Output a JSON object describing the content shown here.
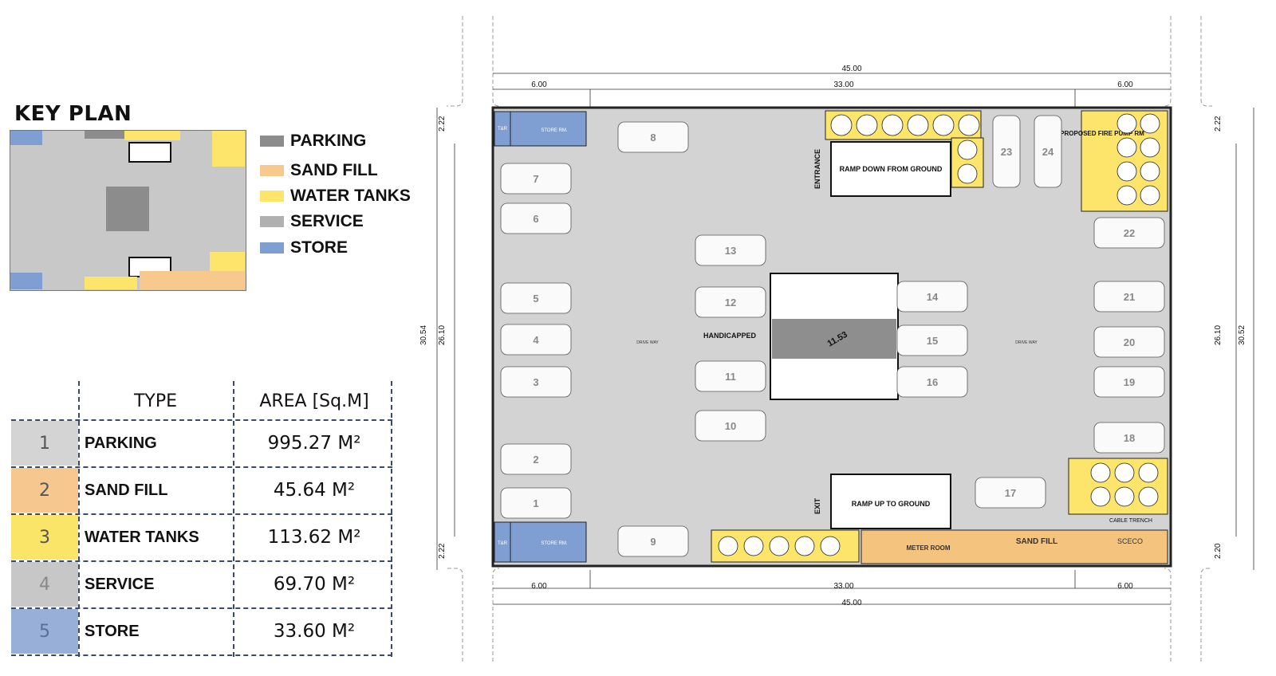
{
  "key_plan": {
    "title": "KEY PLAN",
    "legend": [
      {
        "label": "PARKING",
        "color": "#8c8c8c"
      },
      {
        "label": "SAND FILL",
        "color": "#f7c98c"
      },
      {
        "label": "WATER TANKS",
        "color": "#fde46a"
      },
      {
        "label": "SERVICE",
        "color": "#b0b0b0"
      },
      {
        "label": "STORE",
        "color": "#7f9fd3"
      }
    ]
  },
  "area_table": {
    "headers": {
      "type": "TYPE",
      "area": "AREA [Sq.M]"
    },
    "rows": [
      {
        "num": "1",
        "type": "PARKING",
        "area": "995.27 M²",
        "color": "#d4d4d4"
      },
      {
        "num": "2",
        "type": "SAND FILL",
        "area": "45.64 M²",
        "color": "#f6c88f"
      },
      {
        "num": "3",
        "type": "WATER TANKS",
        "area": "113.62 M²",
        "color": "#fbe568"
      },
      {
        "num": "4",
        "type": "SERVICE",
        "area": "69.70 M²",
        "color": "#c7c7c7"
      },
      {
        "num": "5",
        "type": "STORE",
        "area": "33.60 M²",
        "color": "#98afd8"
      }
    ]
  },
  "floor_plan": {
    "dimensions": {
      "total_width_top": "45.00",
      "total_width_bottom": "45.00",
      "left_top": "6.00",
      "mid_top": "33.00",
      "right_top": "6.00",
      "left_bottom": "6.00",
      "mid_bottom": "33.00",
      "right_bottom": "6.00",
      "left_outer": "30.54",
      "left_inner": "26.10",
      "right_outer": "30.52",
      "right_inner": "26.10",
      "left_top_margin": "2.22",
      "left_bottom_margin": "2.22",
      "right_top_margin": "2.22",
      "right_bottom_margin": "2.20"
    },
    "labels": {
      "store_rm": "STORE RM.",
      "tr": "T&R",
      "entrance": "ENTRANCE",
      "ramp_down": "RAMP DOWN FROM GROUND",
      "ramp_up": "RAMP UP TO GROUND",
      "exit": "EXIT",
      "handicapped": "HANDICAPPED",
      "fire_pump": "PROPOSED FIRE PUMP RM",
      "meter_room": "METER ROOM",
      "sand_fill": "SAND FILL",
      "sceco": "SCECO",
      "cable_trench": "CABLE TRENCH",
      "drive_way": "DRIVE WAY",
      "core_dim": "11.53"
    },
    "parking_numbers": [
      "1",
      "2",
      "3",
      "4",
      "5",
      "6",
      "7",
      "8",
      "9",
      "10",
      "11",
      "12",
      "13",
      "14",
      "15",
      "16",
      "17",
      "18",
      "19",
      "20",
      "21",
      "22",
      "23",
      "24"
    ]
  }
}
